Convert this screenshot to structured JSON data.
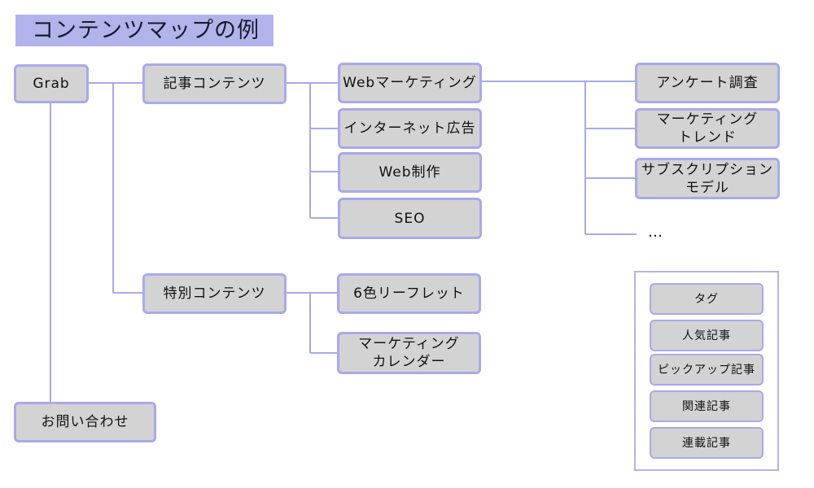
{
  "title": "コンテンツマップの例",
  "nodes": {
    "grab": "Grab",
    "article_contents": "記事コンテンツ",
    "special_contents": "特別コンテンツ",
    "contact": "お問い合わせ",
    "web_marketing": "Webマーケティング",
    "internet_ads": "インターネット広告",
    "web_production": "Web制作",
    "seo": "SEO",
    "six_color_leaflet": "6色リーフレット",
    "marketing_calendar": "マーケティング\nカレンダー",
    "survey": "アンケート調査",
    "marketing_trends": "マーケティング\nトレンド",
    "subscription_model": "サブスクリプション\nモデル",
    "more": "…"
  },
  "legend": {
    "tags": "タグ",
    "popular": "人気記事",
    "pickup": "ピックアップ記事",
    "related": "関連記事",
    "series": "連載記事"
  },
  "colors": {
    "box_fill": "#d3d3d3",
    "box_border": "#a9a9ea",
    "connector": "#a9a9ea",
    "title_bg": "#b3b3ec"
  }
}
